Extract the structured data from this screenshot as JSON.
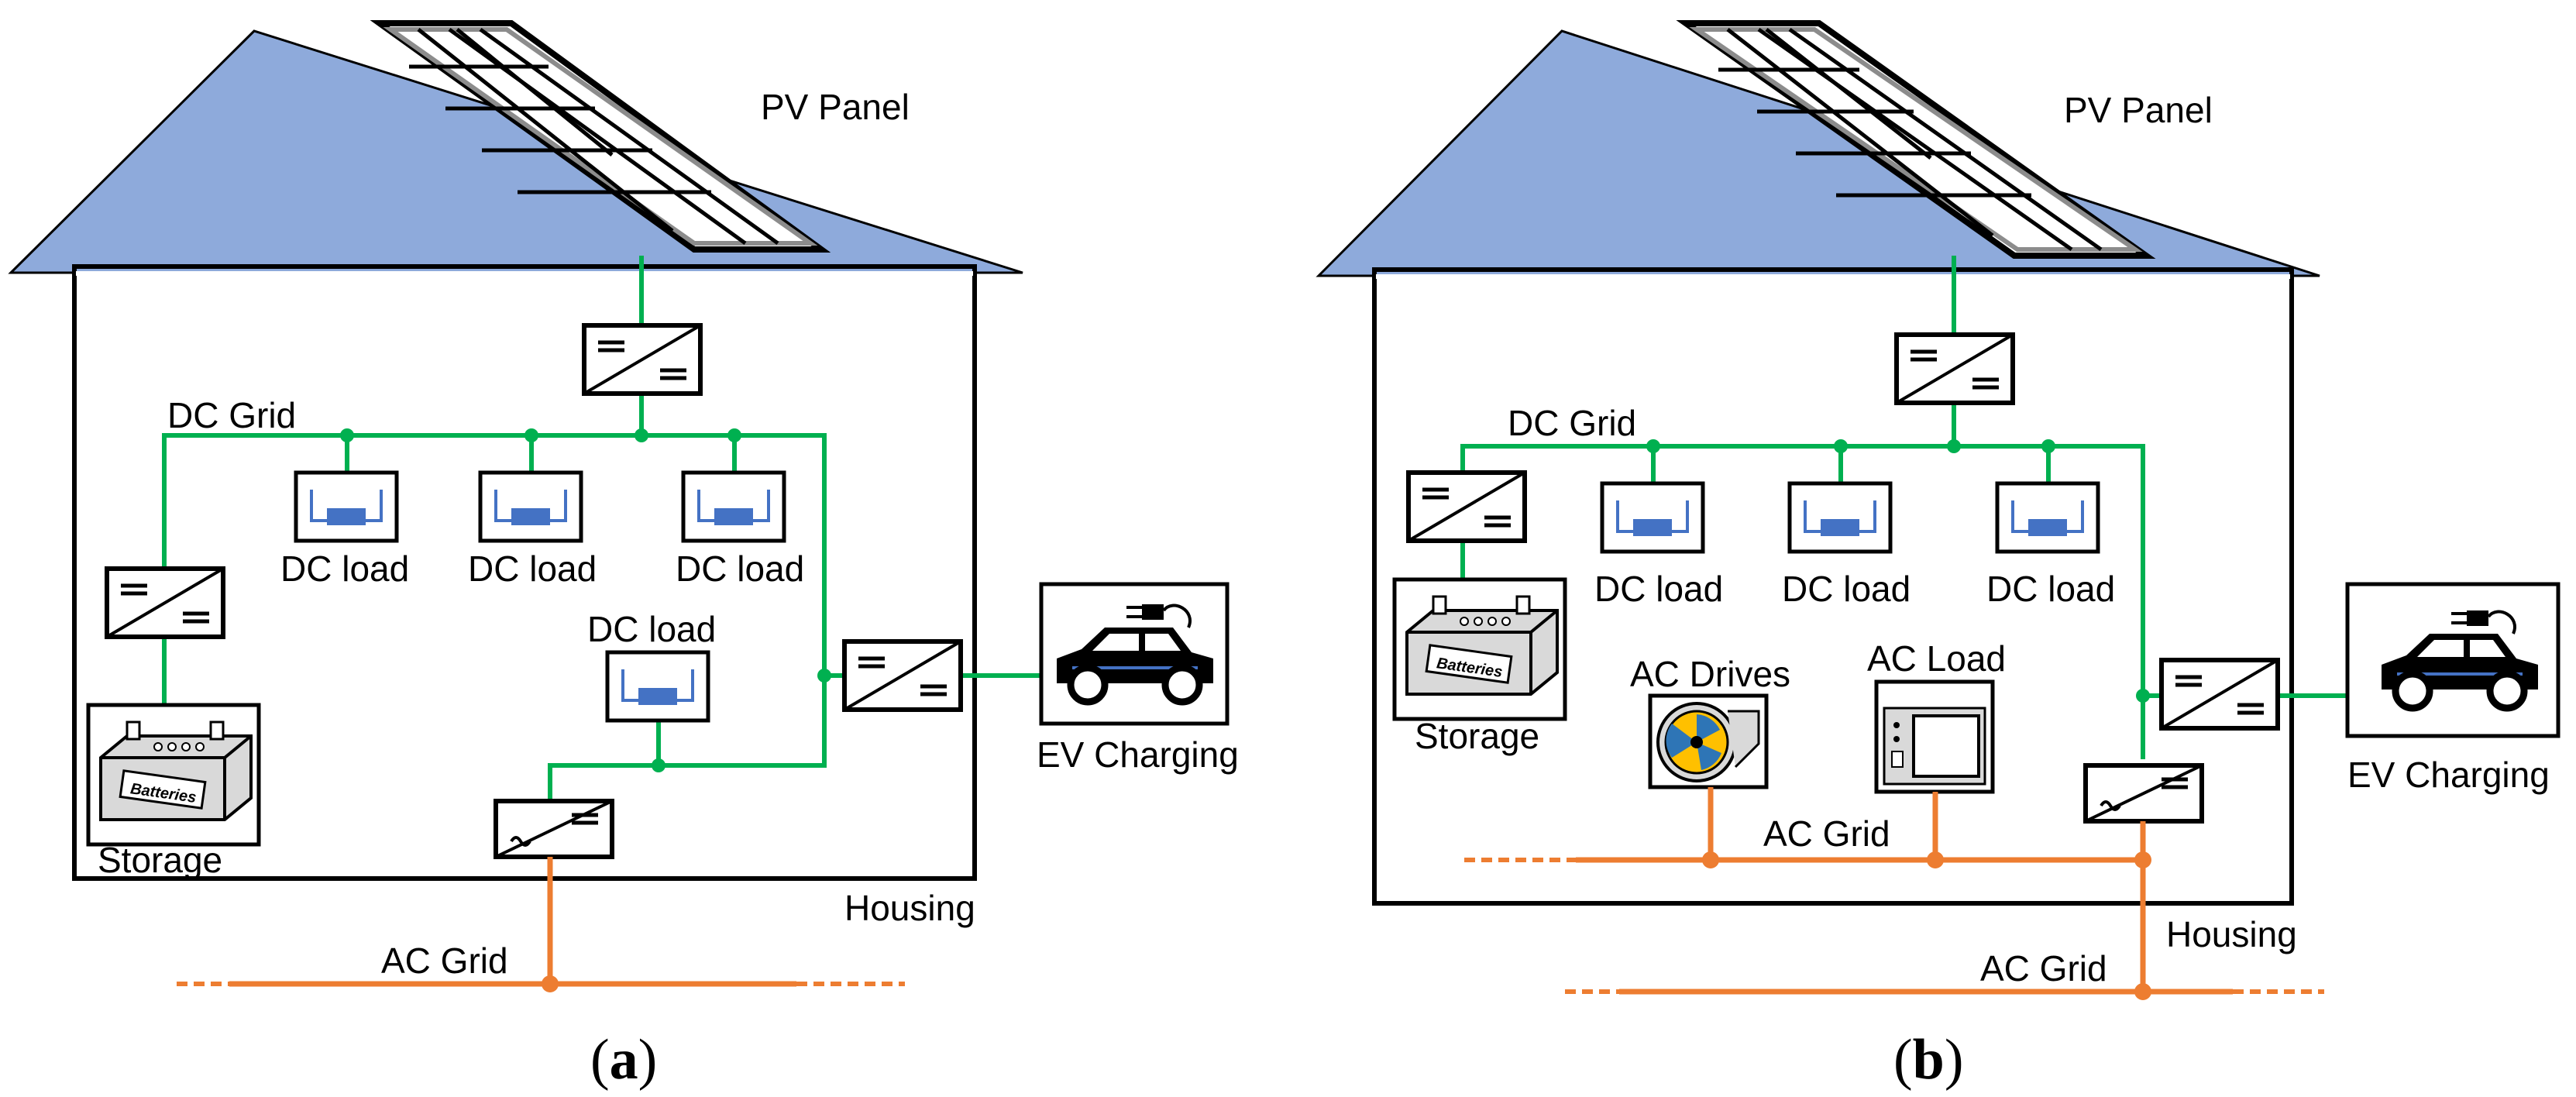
{
  "colors": {
    "roof": "#8eaadb",
    "dc_line": "#00b050",
    "ac_line": "#ed7d31",
    "load_symbol": "#4472c4",
    "fan_yellow": "#ffc000",
    "fan_blue": "#2e75b6"
  },
  "panel_a": {
    "caption_open": "(",
    "caption_letter": "a",
    "caption_close": ")",
    "pv_panel": "PV Panel",
    "dc_grid": "DC Grid",
    "dc_load_1": "DC load",
    "dc_load_2": "DC load",
    "dc_load_3": "DC load",
    "dc_load_4": "DC load",
    "storage": "Storage",
    "batteries": "Batteries",
    "ev_charging": "EV Charging",
    "housing": "Housing",
    "ac_grid": "AC Grid"
  },
  "panel_b": {
    "caption_open": "(",
    "caption_letter": "b",
    "caption_close": ")",
    "pv_panel": "PV Panel",
    "dc_grid": "DC Grid",
    "dc_load_1": "DC load",
    "dc_load_2": "DC load",
    "dc_load_3": "DC load",
    "storage": "Storage",
    "batteries": "Batteries",
    "ac_drives": "AC Drives",
    "ac_load": "AC Load",
    "ac_grid_inner": "AC Grid",
    "ev_charging": "EV Charging",
    "housing": "Housing",
    "ac_grid_outer": "AC Grid"
  }
}
